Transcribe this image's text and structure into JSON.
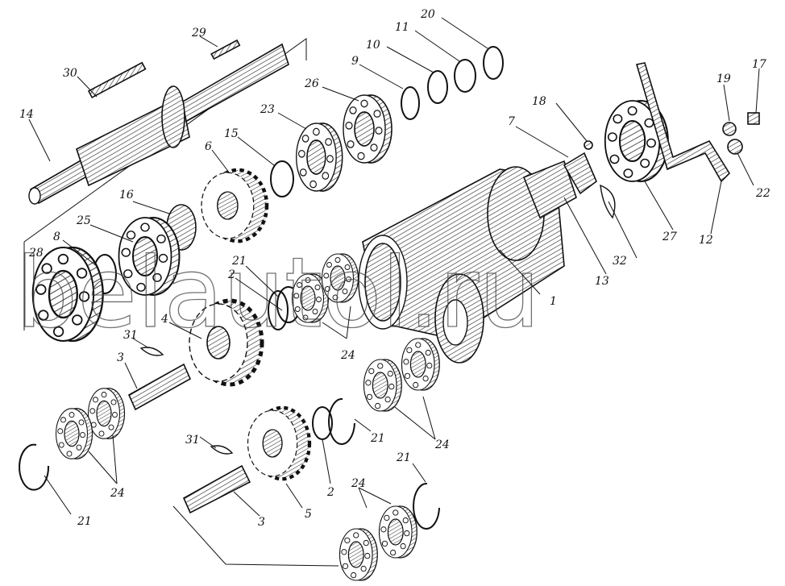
{
  "watermark": "belautol.ru",
  "labels": [
    "20",
    "11",
    "10",
    "9",
    "29",
    "30",
    "26",
    "23",
    "14",
    "15",
    "6",
    "16",
    "25",
    "8",
    "28",
    "21",
    "2",
    "4",
    "31",
    "3",
    "24",
    "5",
    "1",
    "13",
    "32",
    "27",
    "12",
    "22",
    "17",
    "19",
    "18",
    "7"
  ],
  "extra_labels": {
    "l21b": "21",
    "l21c": "21",
    "l21d": "21",
    "l2b": "2",
    "l24b": "24",
    "l24c": "24",
    "l24d": "24",
    "l31b": "31",
    "l3b": "3"
  },
  "colors": {
    "ink": "#111111",
    "paper": "#ffffff"
  }
}
